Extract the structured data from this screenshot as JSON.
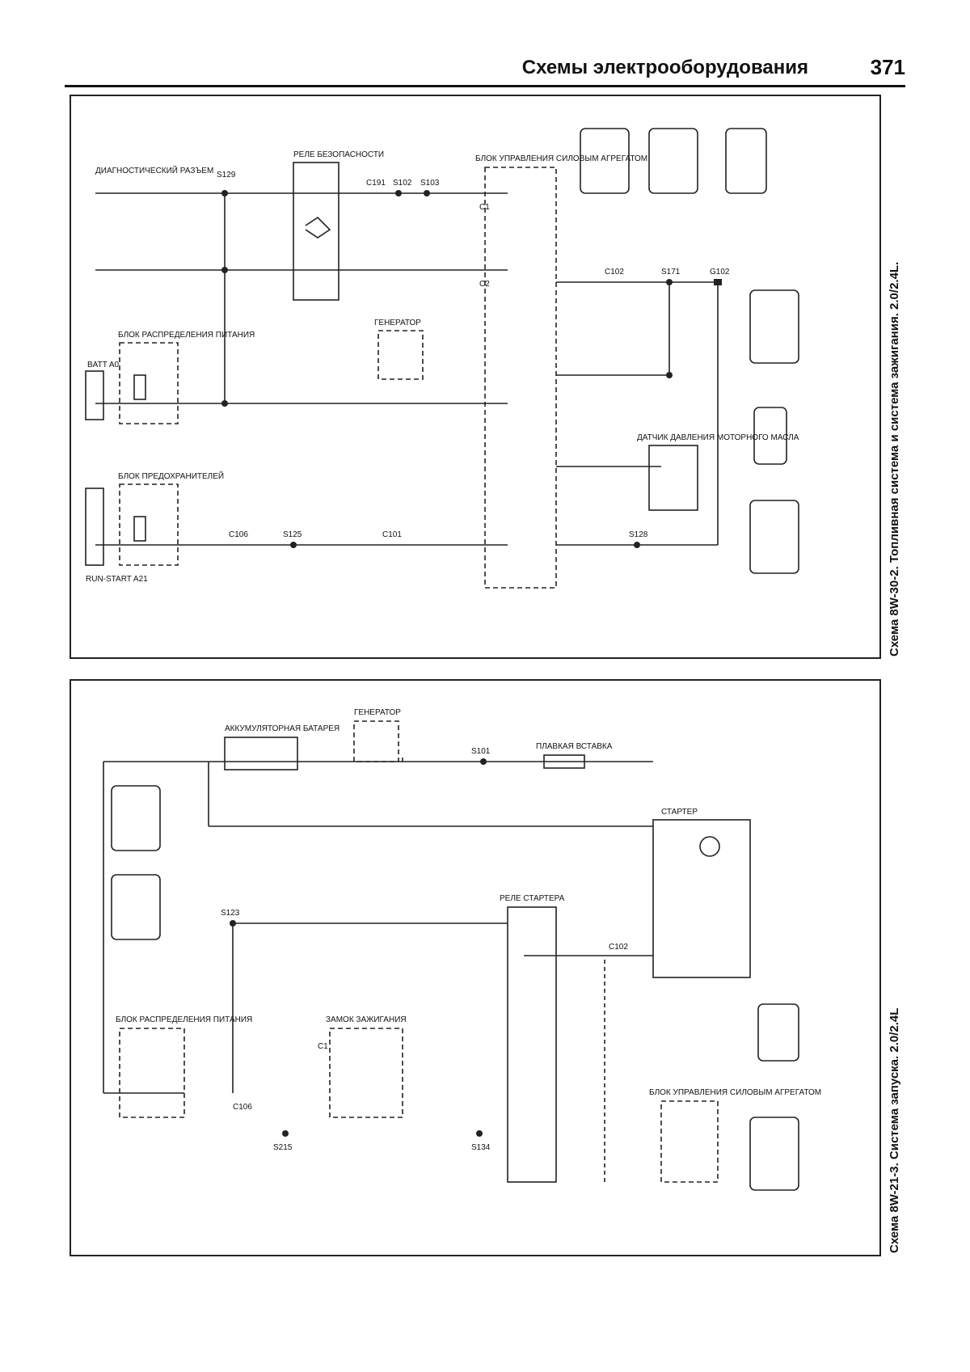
{
  "header": {
    "title": "Схемы электрооборудования",
    "page_number": "371"
  },
  "diagram1": {
    "caption": "Схема 8W-30-2. Топливная система и система зажигания. 2.0/2.4L.",
    "labels": {
      "diag_connector": "ДИАГНОСТИЧЕСКИЙ РАЗЪЕМ",
      "s129": "S129",
      "relay_safety": "РЕЛЕ БЕЗОПАСНОСТИ",
      "pcm": "БЛОК УПРАВЛЕНИЯ СИЛОВЫМ АГРЕГАТОМ",
      "c191": "C191",
      "s102": "S102",
      "s103": "S103",
      "power_dist": "БЛОК РАСПРЕДЕЛЕНИЯ ПИТАНИЯ",
      "batt": "BATT A0",
      "generator": "ГЕНЕРАТОР",
      "oil_sensor": "ДАТЧИК ДАВЛЕНИЯ МОТОРНОГО МАСЛА",
      "fuse_block": "БЛОК ПРЕДОХРАНИТЕЛЕЙ",
      "run_start": "RUN-START A21",
      "c106": "C106",
      "s125": "S125",
      "c101": "C101",
      "s128": "S128",
      "s171": "S171",
      "c102": "C102",
      "g102": "G102",
      "pin_c1": "C1",
      "pin_c2": "C2"
    }
  },
  "diagram2": {
    "caption": "Схема 8W-21-3. Система запуска. 2.0/2.4L",
    "labels": {
      "battery": "АККУМУЛЯТОРНАЯ БАТАРЕЯ",
      "generator": "ГЕНЕРАТОР",
      "fusible_link": "ПЛАВКАЯ ВСТАВКА",
      "s101": "S101",
      "starter": "СТАРТЕР",
      "power_dist": "БЛОК РАСПРЕДЕЛЕНИЯ ПИТАНИЯ",
      "s123": "S123",
      "starter_relay": "РЕЛЕ СТАРТЕРА",
      "c102": "C102",
      "ignition_switch": "ЗАМОК ЗАЖИГАНИЯ",
      "s215": "S215",
      "c106": "C106",
      "s134": "S134",
      "pcm": "БЛОК УПРАВЛЕНИЯ СИЛОВЫМ АГРЕГАТОМ",
      "pin_c1": "C1"
    }
  }
}
